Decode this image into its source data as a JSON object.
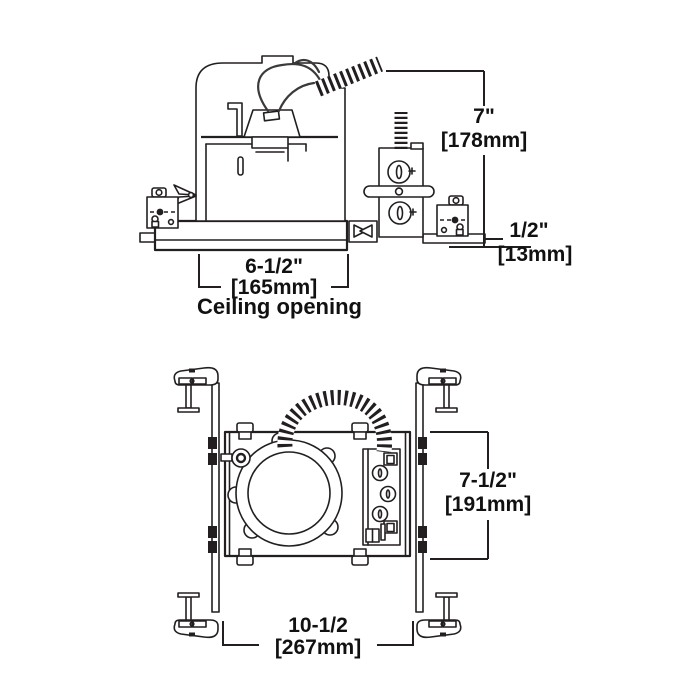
{
  "colors": {
    "background": "#ffffff",
    "ink": "#231f20"
  },
  "side_view": {
    "height_in": "7\"",
    "height_mm": "[178mm]",
    "ceiling_in": "1/2\"",
    "ceiling_mm": "[13mm]",
    "opening_in": "6-1/2\"",
    "opening_mm": "[165mm]",
    "opening_caption": "Ceiling opening"
  },
  "plan_view": {
    "depth_in": "7-1/2\"",
    "depth_mm": "[191mm]",
    "width_in": "10-1/2",
    "width_mm": "[267mm]"
  }
}
